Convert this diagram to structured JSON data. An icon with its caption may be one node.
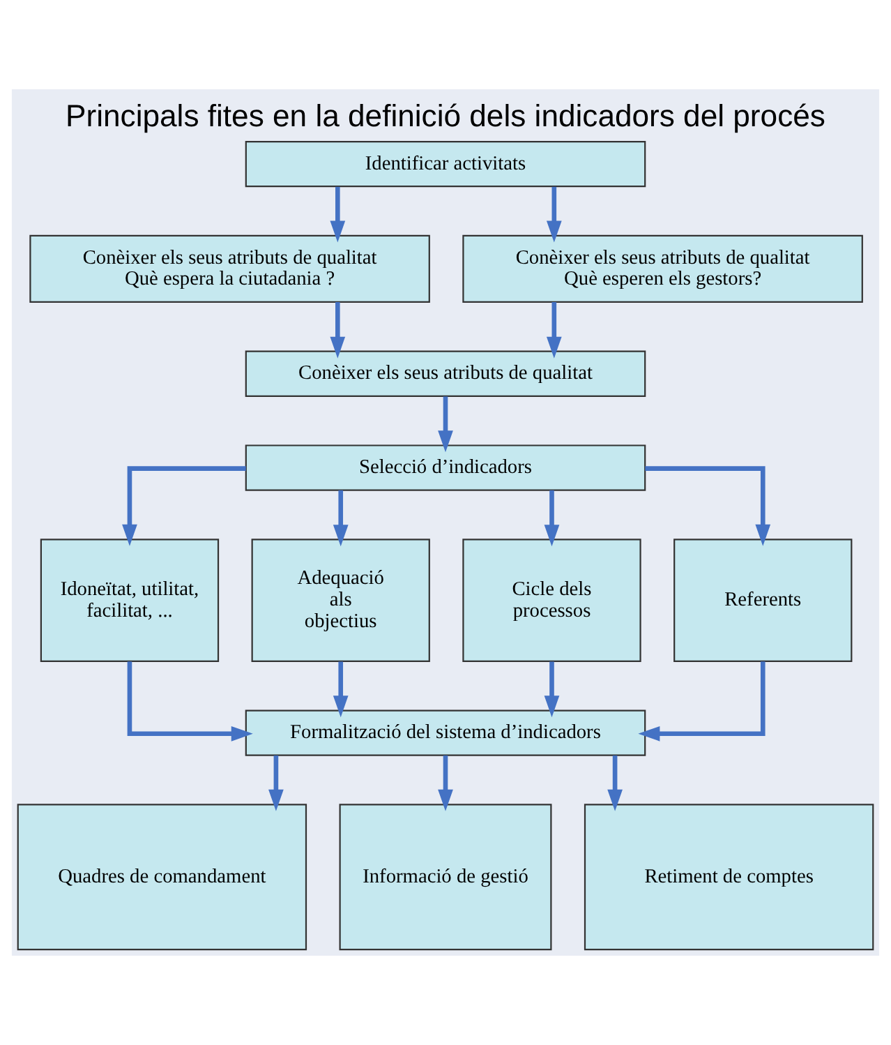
{
  "diagram": {
    "title": "Principals fites en la definició dels indicadors del procés",
    "nodes": [
      {
        "text": [
          "Identificar activitats"
        ]
      },
      {
        "text": [
          "Conèixer els seus atributs de qualitat",
          "Què espera la ciutadania ?"
        ]
      },
      {
        "text": [
          "Conèixer els seus atributs de qualitat",
          "Què esperen els gestors?"
        ]
      },
      {
        "text": [
          "Conèixer els seus atributs de qualitat"
        ]
      },
      {
        "text": [
          "Selecció d’indicadors"
        ]
      },
      {
        "text": [
          "Idoneïtat, utilitat, facilitat, ..."
        ]
      },
      {
        "text": [
          "Adequació als objectius"
        ]
      },
      {
        "text": [
          "Cicle dels processos"
        ]
      },
      {
        "text": [
          "Referents"
        ]
      },
      {
        "text": [
          "Formalització del sistema d’indicadors"
        ]
      },
      {
        "text": [
          "Quadres de comandament"
        ]
      },
      {
        "text": [
          "Informació de gestió"
        ]
      },
      {
        "text": [
          "Retiment de comptes"
        ]
      }
    ],
    "edges": [
      {
        "from": 0,
        "to": 1,
        "arrow": "to"
      },
      {
        "from": 0,
        "to": 2,
        "arrow": "to"
      },
      {
        "from": 1,
        "to": 3,
        "arrow": "to"
      },
      {
        "from": 2,
        "to": 3,
        "arrow": "to"
      },
      {
        "from": 3,
        "to": 4,
        "arrow": "to"
      },
      {
        "from": 4,
        "to": 5,
        "arrow": "to"
      },
      {
        "from": 4,
        "to": 6,
        "arrow": "to"
      },
      {
        "from": 4,
        "to": 7,
        "arrow": "to"
      },
      {
        "from": 4,
        "to": 8,
        "arrow": "to"
      },
      {
        "from": 5,
        "to": 9,
        "arrow": "to"
      },
      {
        "from": 6,
        "to": 9,
        "arrow": "to"
      },
      {
        "from": 7,
        "to": 9,
        "arrow": "to"
      },
      {
        "from": 8,
        "to": 9,
        "arrow": "to"
      },
      {
        "from": 9,
        "to": 10,
        "arrow": "to"
      },
      {
        "from": 9,
        "to": 11,
        "arrow": "to"
      },
      {
        "from": 9,
        "to": 12,
        "arrow": "to"
      }
    ]
  }
}
